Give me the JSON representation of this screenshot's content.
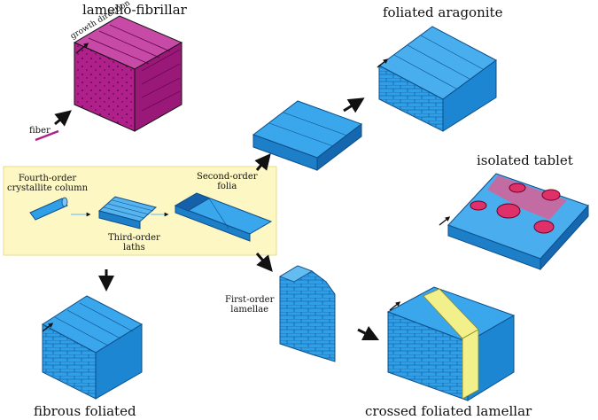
{
  "titles": {
    "lamello_fibrillar": "lamello-fibrillar",
    "foliated_aragonite": "foliated aragonite",
    "isolated_tablet": "isolated tablet",
    "fibrous_foliated": "fibrous foliated",
    "crossed_foliated_lamellar": "crossed foliated lamellar"
  },
  "labels": {
    "growth_direction": "growth direction",
    "fiber": "fiber",
    "fourth_order": "Fourth-order\ncrystallite column",
    "third_order": "Third-order\nlaths",
    "second_order": "Second-order\nfolia",
    "first_order": "First-order\nlamellae"
  },
  "colors": {
    "magenta": "#b0208a",
    "blue": "#2f9fe8",
    "blue_dark": "#1570c0",
    "yellow_band": "#f2f08a",
    "panel": "#fdf7c3",
    "red_tablet": "#e0306a"
  }
}
